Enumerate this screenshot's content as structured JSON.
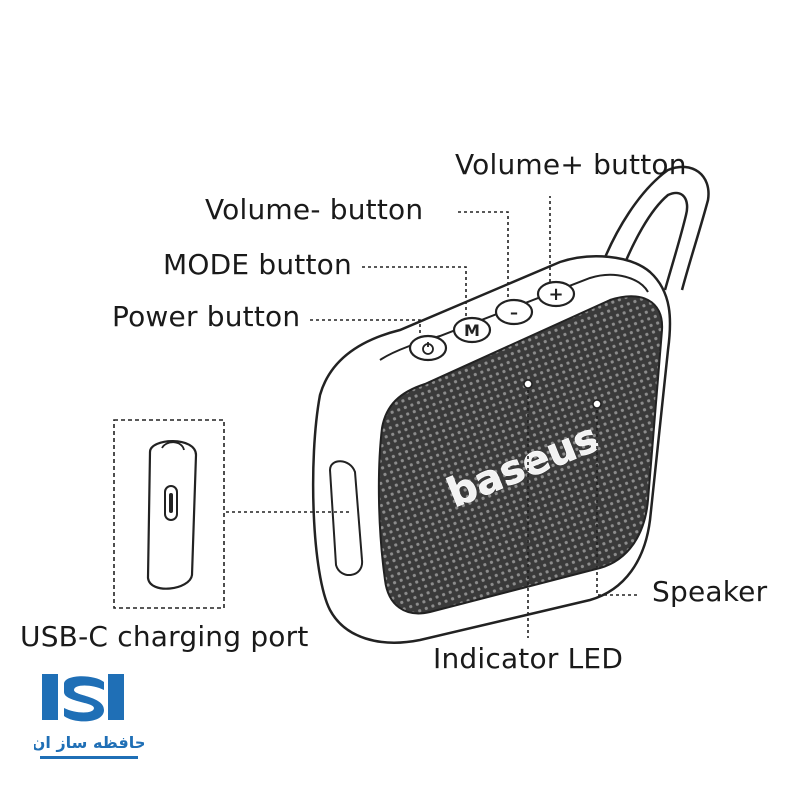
{
  "labels": {
    "volume_up": "Volume+ button",
    "volume_down": "Volume- button",
    "mode": "MODE button",
    "power": "Power button",
    "usbc": "USB-C charging port",
    "indicator_led": "Indicator LED",
    "speaker": "Speaker"
  },
  "product": {
    "brand": "baseus",
    "button_symbols": {
      "mode": "M",
      "minus": "–",
      "plus": "+"
    }
  },
  "watermark": {
    "text": "حافظه ساز ان"
  },
  "colors": {
    "line": "#222222",
    "grille": "#3a3a3a",
    "grille_dots": "#8a8a8a",
    "logo_blue": "#1f6fb6"
  }
}
